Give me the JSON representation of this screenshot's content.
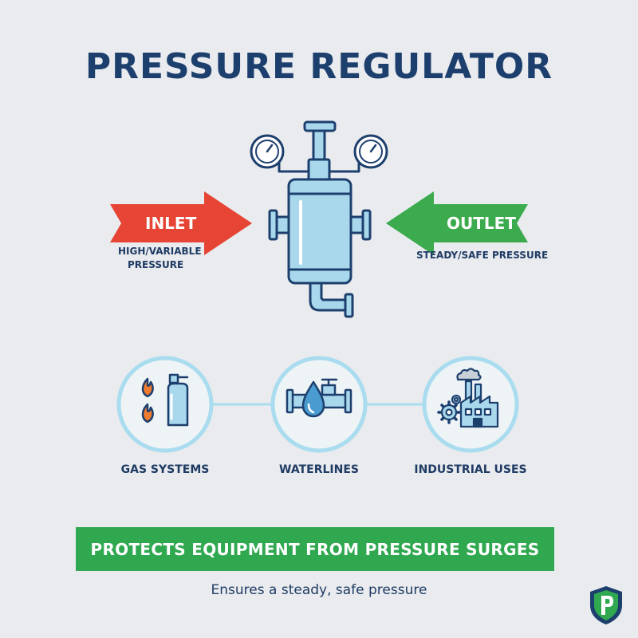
{
  "title": "PRESSURE REGULATOR",
  "inlet": {
    "label": "INLET",
    "sub_line1": "HIGH/VARIABLE",
    "sub_line2": "PRESSURE",
    "color": "#e64535"
  },
  "outlet": {
    "label": "OUTLET",
    "sub": "STEADY/SAFE PRESSURE",
    "color": "#3cab4e"
  },
  "applications": [
    {
      "label": "GAS SYSTEMS",
      "icon": "gas-cylinder-flame-icon"
    },
    {
      "label": "WATERLINES",
      "icon": "water-pipe-drop-icon"
    },
    {
      "label": "INDUSTRIAL USES",
      "icon": "factory-gears-icon"
    }
  ],
  "banner": {
    "text": "PROTECTS EQUIPMENT FROM PRESSURE SURGES",
    "color": "#2fa84f"
  },
  "footer": {
    "text": "Ensures a steady, safe pressure"
  },
  "logo": {
    "icon": "shield-p-logo-icon",
    "letter": "P"
  },
  "colors": {
    "background": "#e9ebee",
    "navy": "#1d3f6e",
    "light_blue": "#a9d8ec",
    "ring": "#a9dcef"
  }
}
